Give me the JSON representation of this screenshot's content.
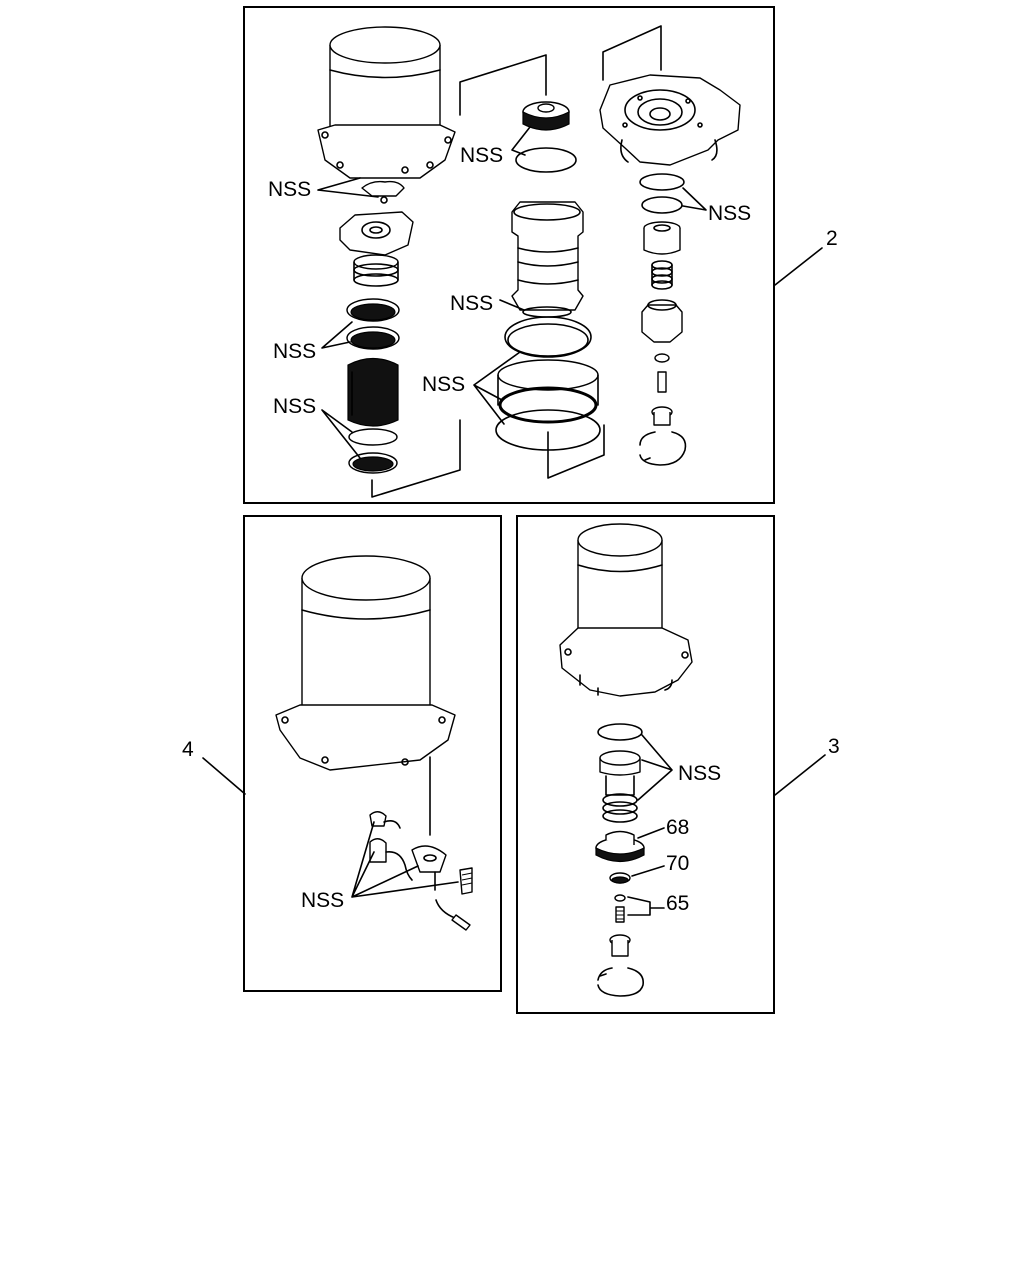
{
  "labels": {
    "nss": "NSS",
    "callout_2": "2",
    "callout_3": "3",
    "callout_4": "4",
    "part_68": "68",
    "part_70": "70",
    "part_65": "65"
  }
}
